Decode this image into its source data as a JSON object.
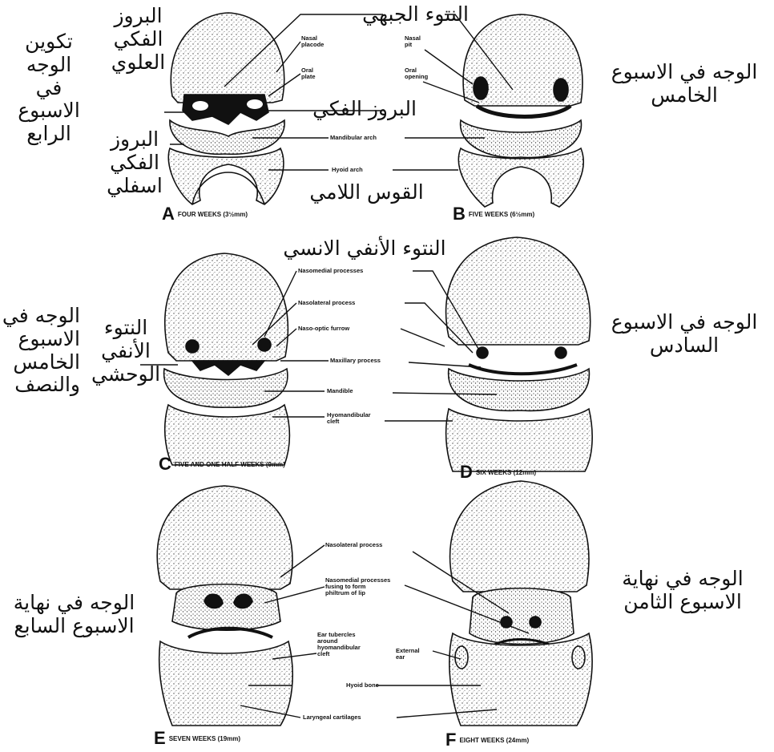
{
  "panels": [
    {
      "letter": "A",
      "caption": "FOUR WEEKS (3½mm)"
    },
    {
      "letter": "B",
      "caption": "FIVE WEEKS (6½mm)"
    },
    {
      "letter": "C",
      "caption": "FIVE AND ONE HALF WEEKS (9mm)"
    },
    {
      "letter": "D",
      "caption": "SIX WEEKS (12mm)"
    },
    {
      "letter": "E",
      "caption": "SEVEN WEEKS (19mm)"
    },
    {
      "letter": "F",
      "caption": "EIGHT WEEKS (24mm)"
    }
  ],
  "english_labels": {
    "nasal_placode": "Nasal\nplacode",
    "oral_plate": "Oral\nplate",
    "nasal_pit": "Nasal\npit",
    "oral_opening": "Oral\nopening",
    "mandibular_arch": "Mandibular arch",
    "hyoid_arch": "Hyoid arch",
    "nasomedial_processes": "Nasomedial processes",
    "nasolateral_process": "Nasolateral process",
    "naso_optic_furrow": "Naso-optic furrow",
    "maxillary_process": "Maxillary process",
    "mandible": "Mandible",
    "hyomandibular_cleft": "Hyomandibular\ncleft",
    "nasolateral_process_2": "Nasolateral process",
    "nasomedial_fusing": "Nasomedial processes\nfusing to form\nphiltrum of lip",
    "ear_tubercles": "Ear tubercles\naround\nhyomandibular\ncleft",
    "external_ear": "External\near",
    "hyoid_bone": "Hyoid bone",
    "laryngeal_cartilages": "Laryngeal cartilages"
  },
  "arabic_labels": {
    "frontal_process": "النتوء الجبهي",
    "maxillary_prominence": "البروز\nالفكي\nالعلوي",
    "face_week4": "تكوين\nالوجه\nفي\nالاسبوع\nالرابع",
    "mandibular_prominence_lower": "البروز\nالفكي\nاسفلي",
    "maxillary_prominence_short": "البروز الفكي",
    "hyoid_arch": "القوس اللامي",
    "face_week5": "الوجه في الاسبوع\nالخامس",
    "medial_nasal_process": "النتوء الأنفي الانسي",
    "lateral_nasal_process": "النتوء\nالأنفي\nالوحشي",
    "face_week5_half": "الوجه في\nالاسبوع\nالخامس\nوالنصف",
    "face_week6": "الوجه في الاسبوع\nالسادس",
    "face_end_week7": "الوجه في نهاية\nالاسبوع السابع",
    "face_end_week8": "الوجه في نهاية\nالاسبوع الثامن"
  }
}
